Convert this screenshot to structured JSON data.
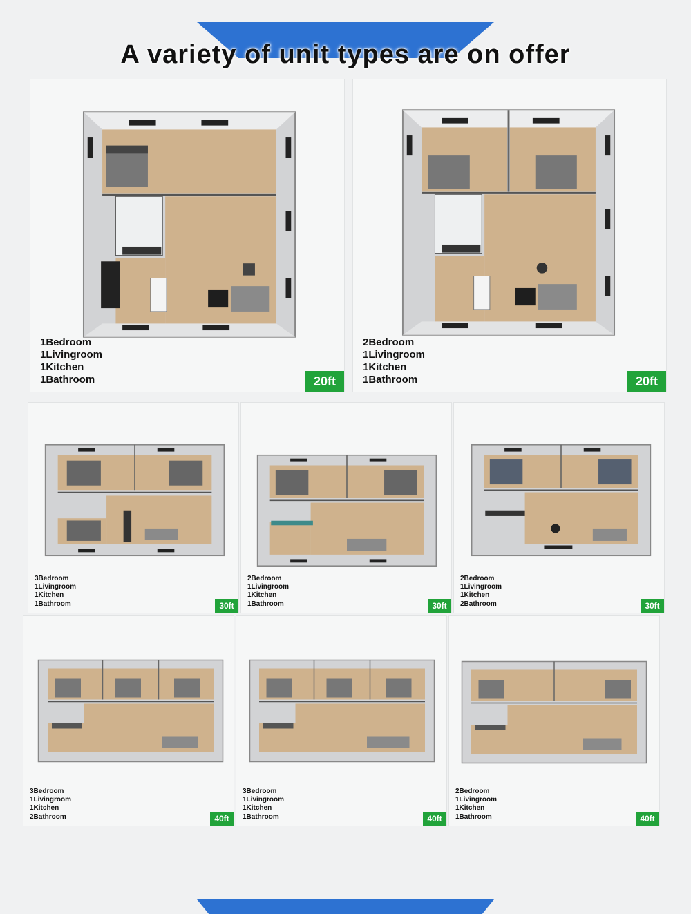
{
  "header": {
    "title": "A variety of unit types are on offer"
  },
  "colors": {
    "accent_blue": "#2d72d2",
    "tag_green": "#21a33a",
    "floor_wood": "#cfb28d"
  },
  "units": [
    {
      "size": "20ft",
      "rooms": [
        "1Bedroom",
        "1Livingroom",
        "1Kitchen",
        "1Bathroom"
      ]
    },
    {
      "size": "20ft",
      "rooms": [
        "2Bedroom",
        "1Livingroom",
        "1Kitchen",
        "1Bathroom"
      ]
    },
    {
      "size": "30ft",
      "rooms": [
        "3Bedroom",
        "1Livingroom",
        "1Kitchen",
        "1Bathroom"
      ]
    },
    {
      "size": "30ft",
      "rooms": [
        "2Bedroom",
        "1Livingroom",
        "1Kitchen",
        "1Bathroom"
      ]
    },
    {
      "size": "30ft",
      "rooms": [
        "2Bedroom",
        "1Livingroom",
        "1Kitchen",
        "2Bathroom"
      ]
    },
    {
      "size": "40ft",
      "rooms": [
        "3Bedroom",
        "1Livingroom",
        "1Kitchen",
        "2Bathroom"
      ]
    },
    {
      "size": "40ft",
      "rooms": [
        "3Bedroom",
        "1Livingroom",
        "1Kitchen",
        "1Bathroom"
      ]
    },
    {
      "size": "40ft",
      "rooms": [
        "2Bedroom",
        "1Livingroom",
        "1Kitchen",
        "1Bathroom"
      ]
    }
  ]
}
